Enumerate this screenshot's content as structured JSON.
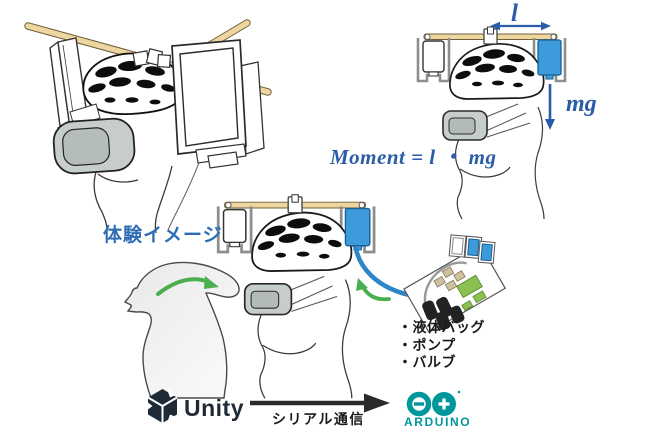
{
  "figure": {
    "annotations": {
      "lever_length_label": "l",
      "weight_label": "mg",
      "moment_formula": "Moment = l ・ mg",
      "experience_caption": "体験イメージ"
    },
    "hardware_items": [
      "・液体バッグ",
      "・ポンプ",
      "・バルブ"
    ],
    "pipeline": {
      "unity_label": "Unity",
      "serial_label": "シリアル通信",
      "arduino_label": "ARDUINO"
    },
    "colors": {
      "annotation_blue": "#2B5CA8",
      "caption_blue": "#2E6DB4",
      "liquid_bag_blue": "#3D9BDB",
      "tube_blue": "#2E86C8",
      "rod_tan": "#EDD6A0",
      "arrow_green": "#4BAE4F",
      "arduino_teal": "#00979C",
      "unity_dark": "#1E2A36"
    }
  }
}
